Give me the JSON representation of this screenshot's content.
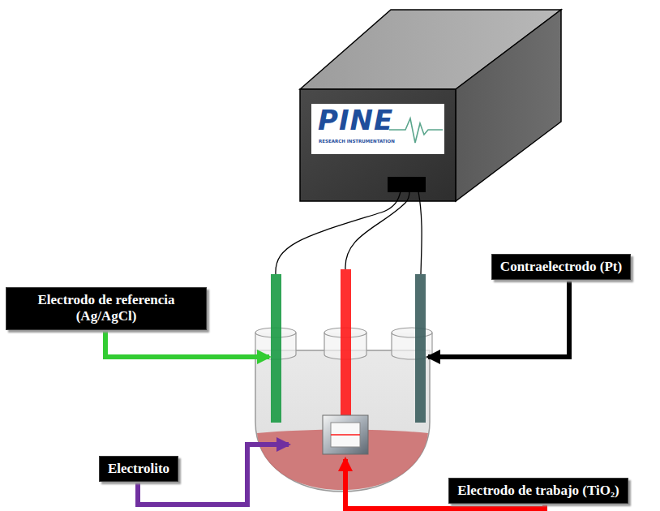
{
  "diagram": {
    "nodes": [
      {
        "text": [
          "Electrodo de referencia (Ag/AgCl)"
        ]
      },
      {
        "text": [
          "Contraelectrodo (Pt)"
        ]
      },
      {
        "text": [
          "Electrolito"
        ]
      },
      {
        "text": [
          "Electrodo de trabajo (TiO₂)"
        ]
      }
    ],
    "labels": [
      "PINE",
      "RESEARCH INSTRUMENTATION"
    ]
  }
}
